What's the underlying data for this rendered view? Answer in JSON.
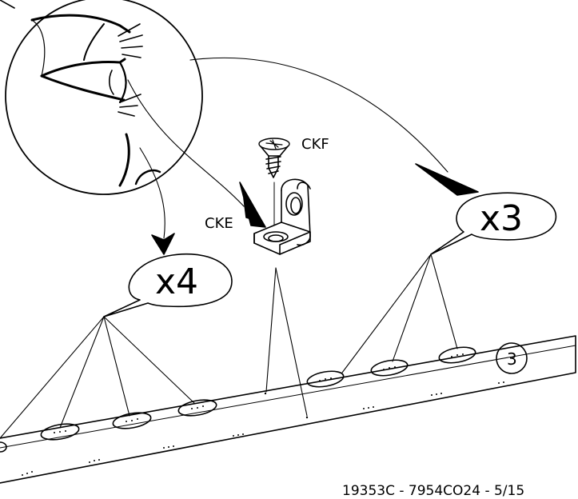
{
  "labels": {
    "screw_part": "CKF",
    "bracket_part": "CKE",
    "count_left": "x4",
    "count_right": "x3",
    "panel_number": "3",
    "doc_code": "19353C - 7954CO24 - 5/15"
  }
}
